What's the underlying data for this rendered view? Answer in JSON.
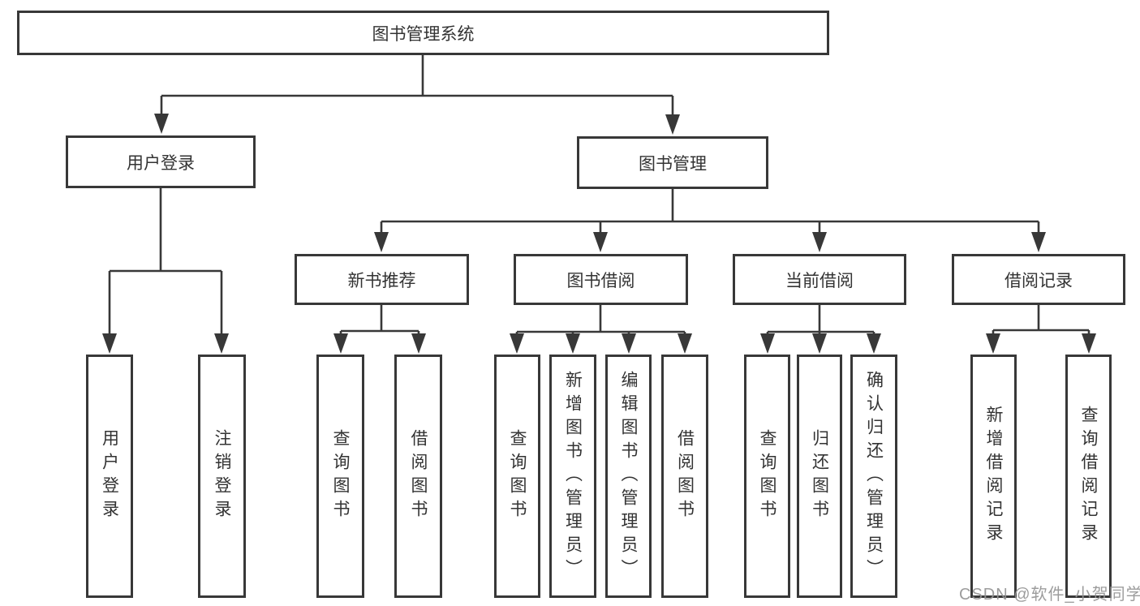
{
  "diagram": {
    "title_node": "图书管理系统",
    "root": "图书管理系统",
    "branches": [
      {
        "label": "用户登录",
        "children": [
          "用户登录",
          "注销登录"
        ]
      },
      {
        "label": "图书管理",
        "children": [
          {
            "label": "新书推荐",
            "children": [
              "查询图书",
              "借阅图书"
            ]
          },
          {
            "label": "图书借阅",
            "children": [
              "查询图书",
              "新增图书（管理员）",
              "编辑图书（管理员）",
              "借阅图书"
            ]
          },
          {
            "label": "当前借阅",
            "children": [
              "查询图书",
              "归还图书",
              "确认归还（管理员）"
            ]
          },
          {
            "label": "借阅记录",
            "children": [
              "新增借阅记录",
              "查询借阅记录"
            ]
          }
        ]
      }
    ]
  },
  "watermark": "CSDN @软件_小贺同学",
  "colors": {
    "line": "#383838",
    "border": "#383838",
    "text": "#333333",
    "watermark": "#949494",
    "background": "#ffffff"
  }
}
